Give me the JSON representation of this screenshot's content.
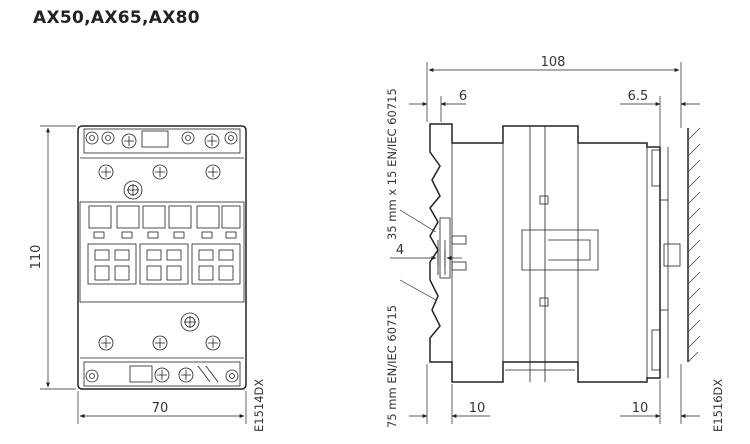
{
  "title": "AX50,AX65,AX80",
  "front_view": {
    "height_dim": "110",
    "width_dim": "70",
    "drawing_code": "E1514DX"
  },
  "side_view": {
    "depth_dim": "108",
    "offset_left_dim": "6",
    "offset_right_dim": "6.5",
    "rail_dim": "4",
    "rail_35_label": "35 mm x 15 EN/IEC 60715",
    "rail_75_label": "75 mm EN/IEC 60715",
    "clearance_left_dim": "10",
    "clearance_right_dim": "10",
    "drawing_code": "E1516DX"
  }
}
